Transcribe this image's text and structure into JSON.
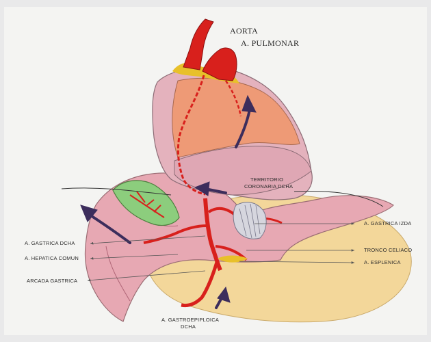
{
  "labels": {
    "aorta": "AORTA",
    "pulmonar": "A. PULMONAR",
    "territorio": "TERRITORIO",
    "coronaria": "CORONARIA DCHA",
    "gastrica_izda": "A. GASTRICA IZDA",
    "gastrica_dcha": "A. GASTRICA DCHA",
    "tronco_celiaco": "TRONCO CELIACO",
    "hepatica_comun": "A. HEPATICA COMUN",
    "esplenica": "A. ESPLENICA",
    "arcada_gastrica": "ARCADA GASTRICA",
    "gastroepiploica_1": "A. GASTROEPIPLOICA",
    "gastroepiploica_2": "DCHA"
  },
  "colors": {
    "background": "#e9e9ea",
    "paper": "#f4f4f2",
    "artery": "#d8201c",
    "heart_pink": "#e9a6a6",
    "heart_orange": "#ee9a76",
    "stomach": "#e7a8b3",
    "pancreas": "#f3d79a",
    "fat_yellow": "#e8c02a",
    "green_flap": "#8ccd7d",
    "arrow_purple": "#3c2d5c"
  }
}
